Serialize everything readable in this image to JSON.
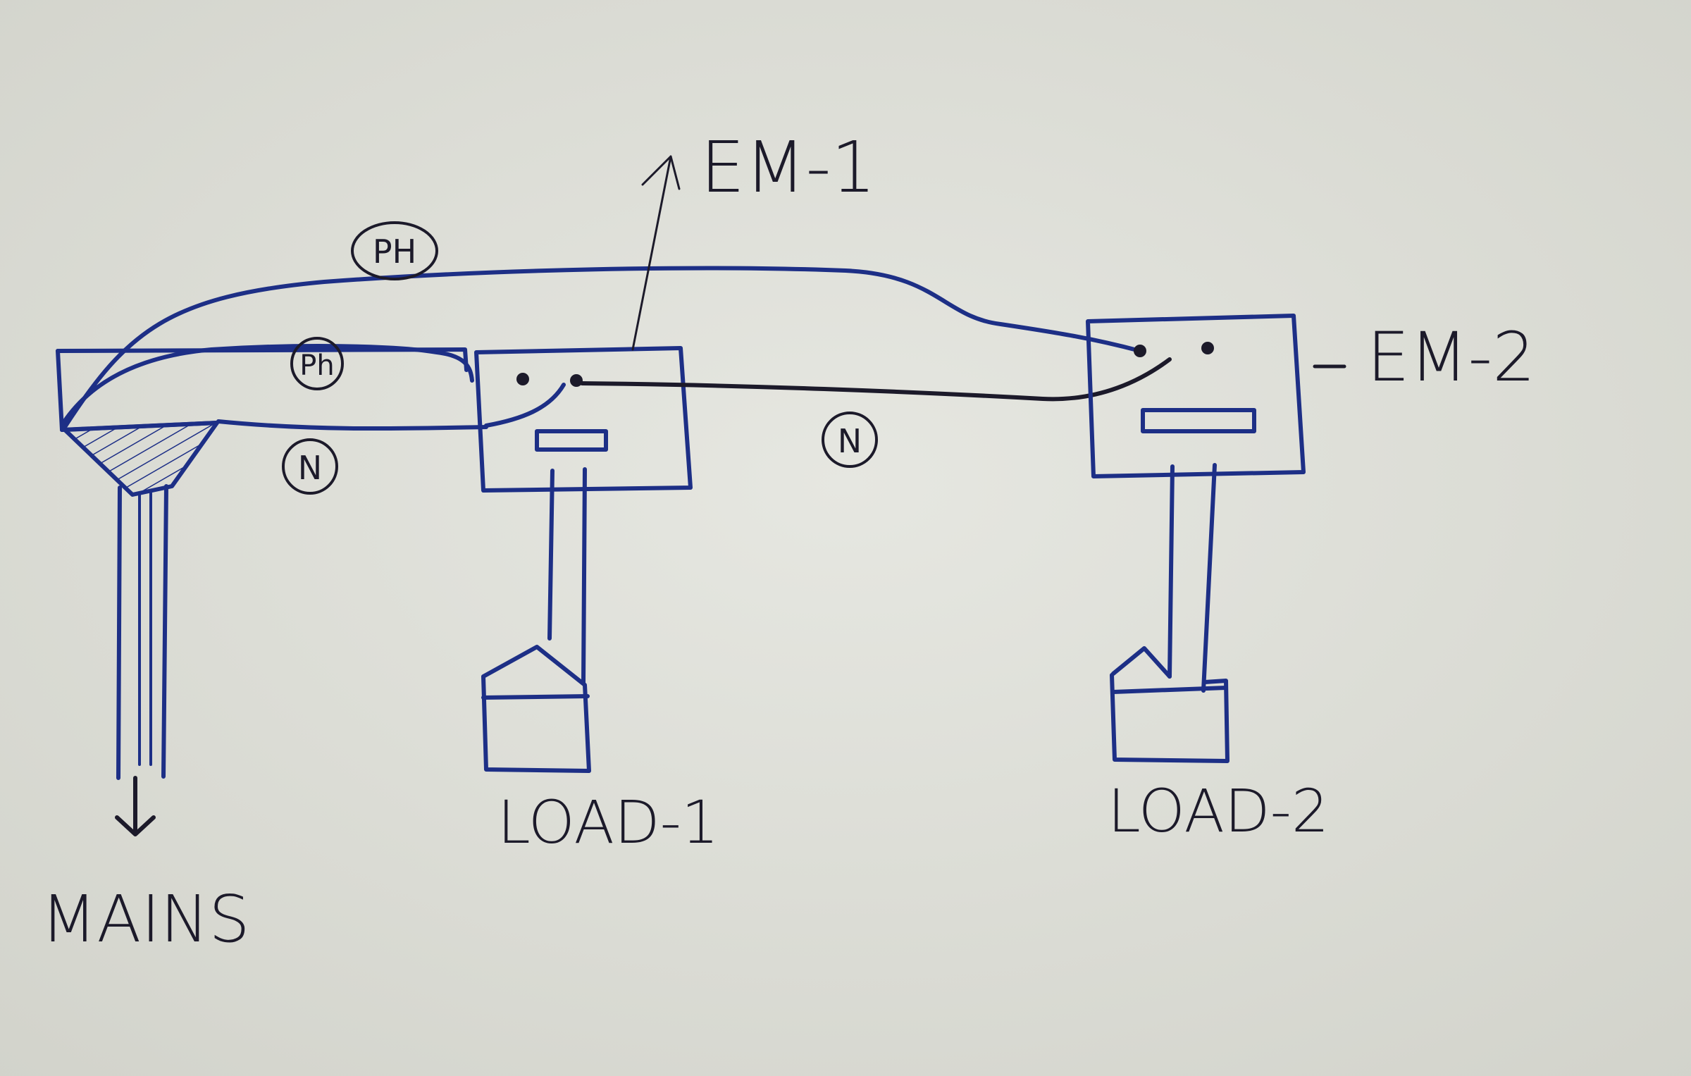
{
  "diagram": {
    "labels": {
      "em1": "EM-1",
      "em2": "EM-2",
      "load1": "LOAD-1",
      "load2": "LOAD-2",
      "mains": "MAINS"
    },
    "wire_tags": {
      "ph_top": "PH",
      "ph_mid": "Ph",
      "n_left": "N",
      "n_mid": "N"
    }
  },
  "colors": {
    "ink_blue": "#1d2f86",
    "ink_dark": "#1c1a2a",
    "paper": "#dedfd8"
  }
}
